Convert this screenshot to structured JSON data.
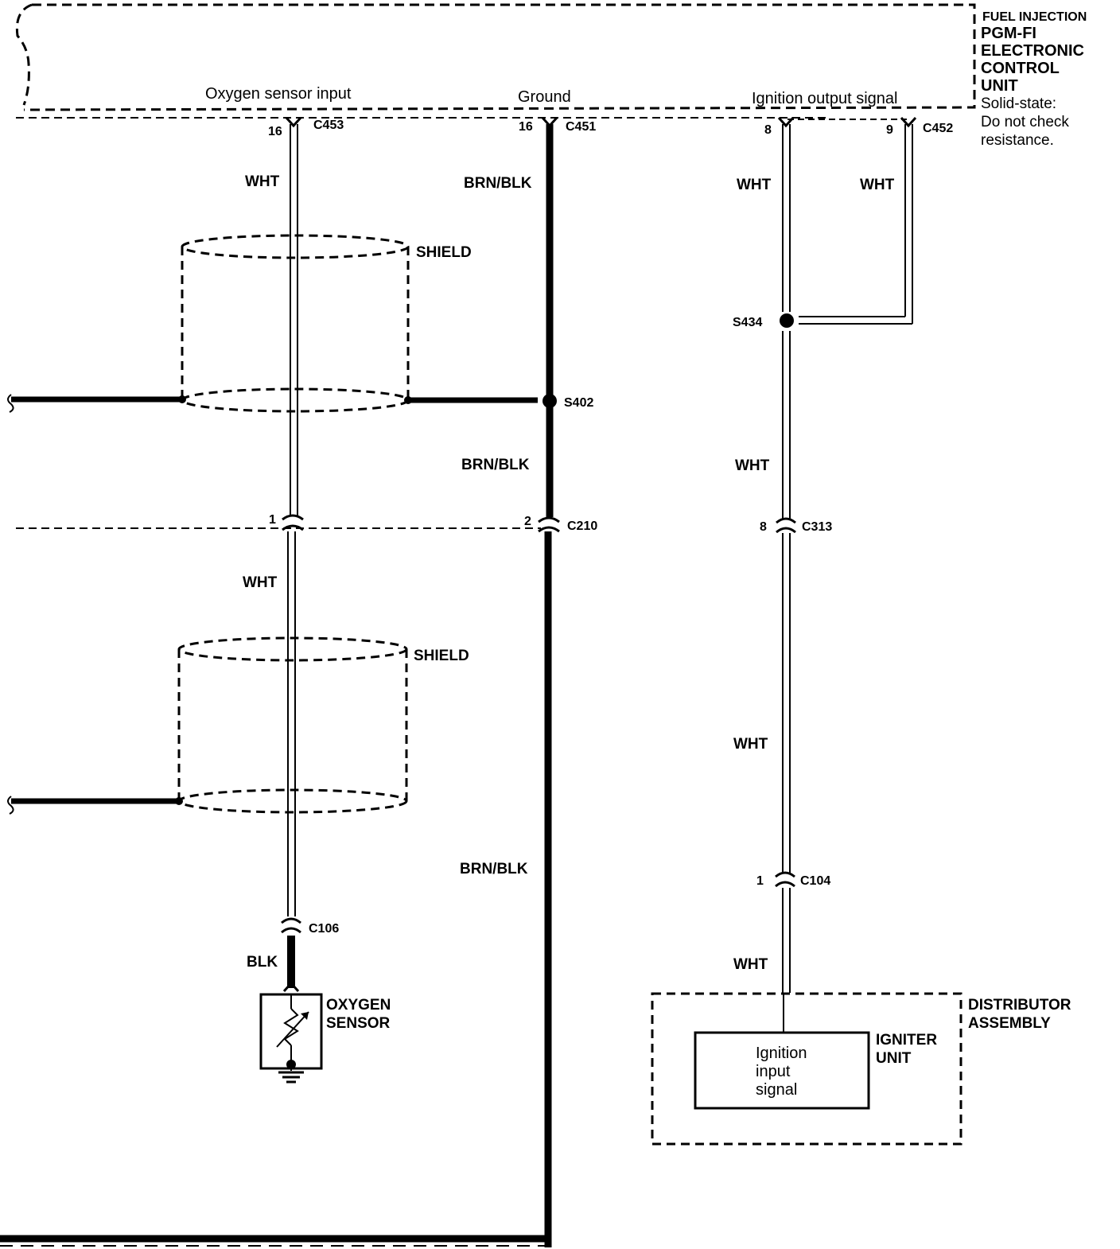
{
  "ecu": {
    "lines": [
      "FUEL INJECTION",
      "PGM-FI",
      "ELECTRONIC",
      "CONTROL",
      "UNIT"
    ],
    "note_lines": [
      "Solid-state:",
      "Do not check",
      "resistance."
    ]
  },
  "headers": {
    "oxygen": "Oxygen sensor input",
    "ground": "Ground",
    "ignition": "Ignition output signal"
  },
  "connectors": {
    "c453": "C453",
    "c453_pin": "16",
    "c451": "C451",
    "c451_pin": "16",
    "c452": "C452",
    "c452_pin_a": "8",
    "c452_pin_b": "9",
    "c210": "C210",
    "c210_pin_a": "1",
    "c210_pin_b": "2",
    "c313": "C313",
    "c313_pin": "8",
    "c104": "C104",
    "c104_pin": "1",
    "c106": "C106"
  },
  "splices": {
    "s402": "S402",
    "s434": "S434"
  },
  "wires": {
    "wht": "WHT",
    "brn_blk": "BRN/BLK",
    "blk": "BLK",
    "shield": "SHIELD"
  },
  "components": {
    "oxygen_sensor": [
      "OXYGEN",
      "SENSOR"
    ],
    "distributor": [
      "DISTRIBUTOR",
      "ASSEMBLY"
    ],
    "igniter": [
      "IGNITER",
      "UNIT"
    ],
    "igniter_box": [
      "Ignition",
      "input",
      "signal"
    ]
  }
}
